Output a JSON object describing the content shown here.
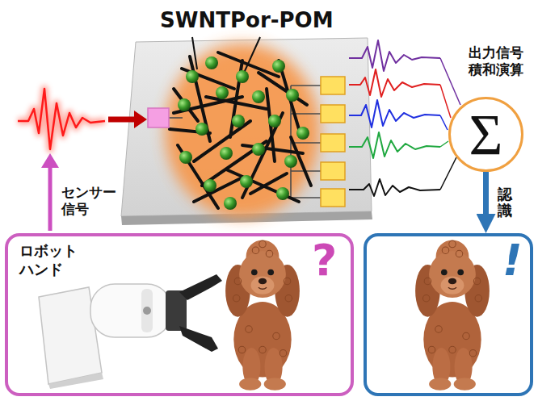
{
  "diagram": {
    "nodes": [
      {
        "text": [
          "出力信号 積和演算",
          "Σ"
        ]
      },
      {
        "text": [
          "ロボット ハンド",
          "?"
        ]
      },
      {
        "text": [
          "!"
        ]
      }
    ],
    "edges": [
      {
        "from": 0,
        "to": 2,
        "arrow": "to",
        "label": "認識"
      }
    ],
    "labels": [
      "SWNT",
      "Por-POM",
      "センサー 信号"
    ]
  }
}
